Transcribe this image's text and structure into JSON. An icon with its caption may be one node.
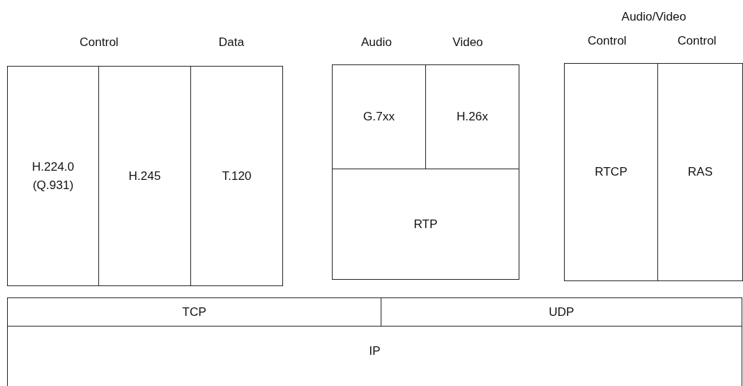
{
  "diagram": {
    "nodes": [
      {
        "text": [
          "H.224.0 (Q.931)"
        ]
      },
      {
        "text": [
          "H.245"
        ]
      },
      {
        "text": [
          "T.120"
        ]
      },
      {
        "text": [
          "G.7xx"
        ]
      },
      {
        "text": [
          "H.26x"
        ]
      },
      {
        "text": [
          "RTP"
        ]
      },
      {
        "text": [
          "RTCP"
        ]
      },
      {
        "text": [
          "RAS"
        ]
      },
      {
        "text": [
          "TCP"
        ]
      },
      {
        "text": [
          "UDP"
        ]
      },
      {
        "text": [
          "IP"
        ]
      }
    ],
    "labels": [
      "Audio/Video",
      "Control",
      "Data",
      "Audio",
      "Video",
      "Control",
      "Control"
    ]
  }
}
